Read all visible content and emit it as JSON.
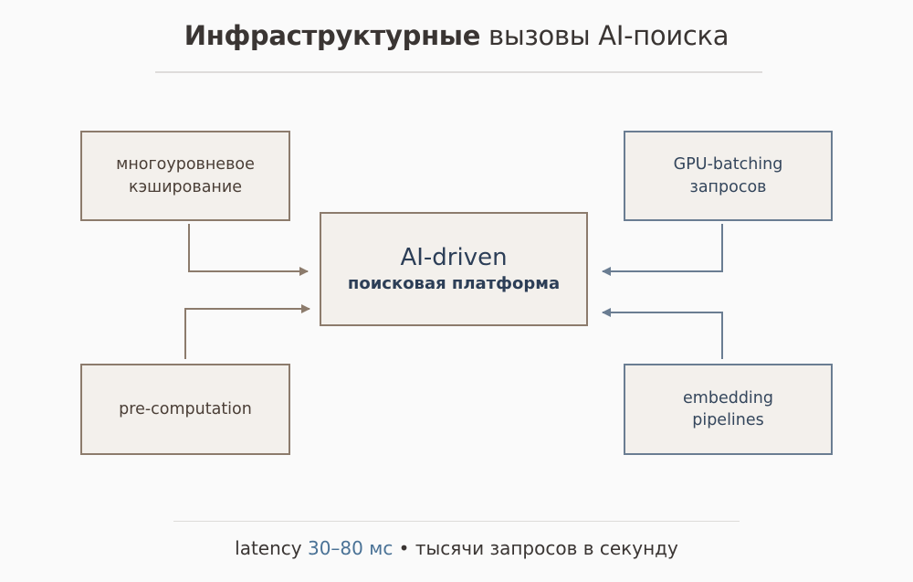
{
  "title": {
    "bold": "Инфраструктурные",
    "rest": " вызовы AI-поиска"
  },
  "center": {
    "line1": "AI-driven",
    "line2": "поисковая платформа"
  },
  "nodes": {
    "cache": {
      "line1": "многоуровневое",
      "line2": "кэширование"
    },
    "gpu": {
      "line1": "GPU-batching",
      "line2": "запросов"
    },
    "precomputation": {
      "line1": "pre-computation"
    },
    "embedding": {
      "line1": "embedding",
      "line2": "pipelines"
    }
  },
  "footer": {
    "prefix": "latency ",
    "accent": "30–80 мс",
    "suffix": " • тысячи запросов в секунду"
  },
  "colors": {
    "brown": "#8c7b6c",
    "blue": "#6a7d92",
    "accent": "#4a7296",
    "box_fill": "#f3f0ec"
  }
}
